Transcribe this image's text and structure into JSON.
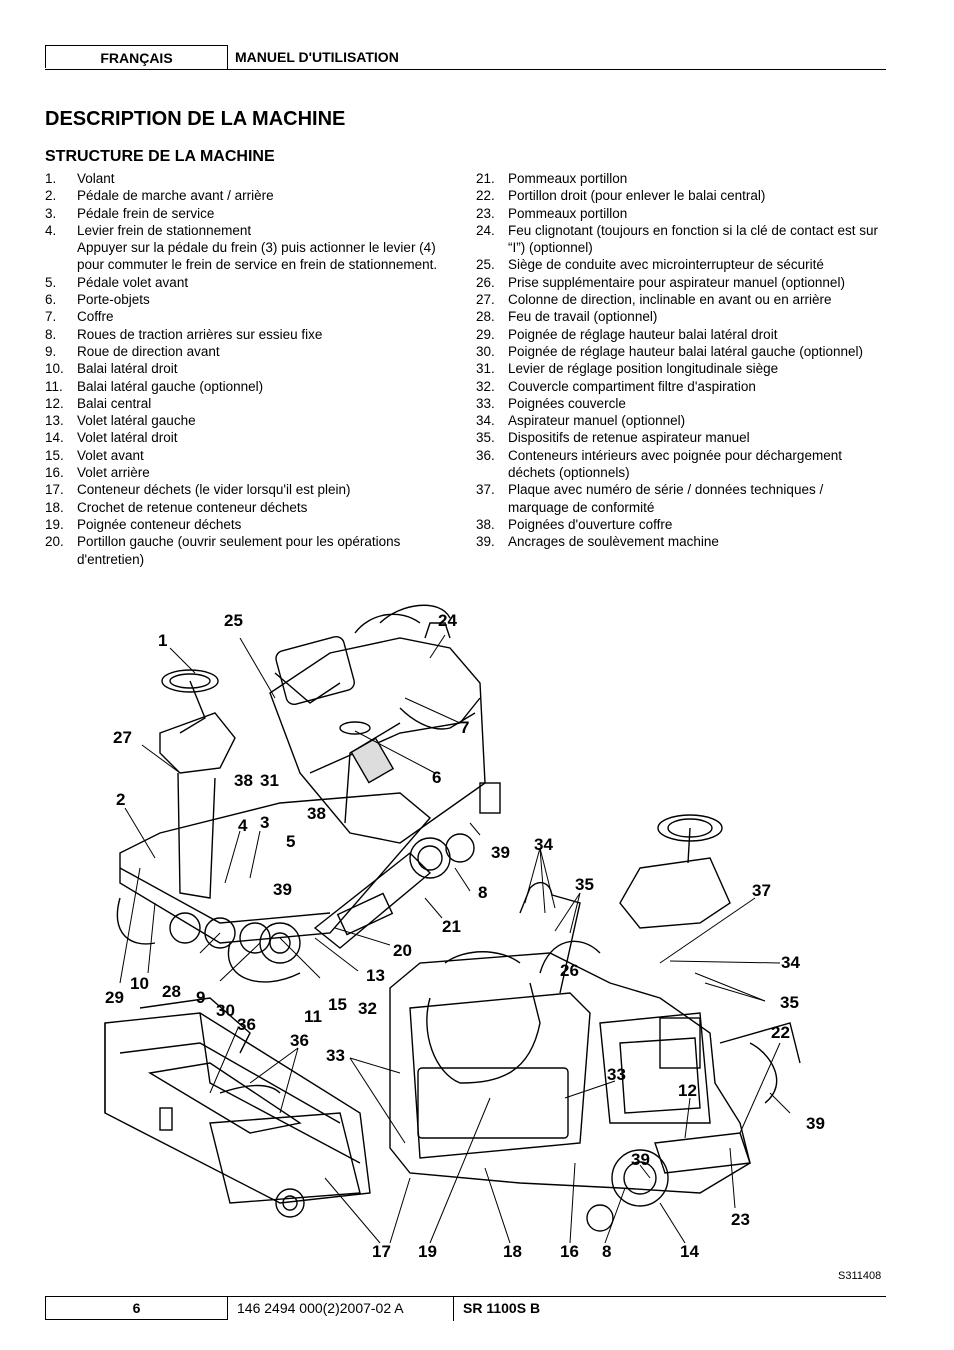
{
  "header": {
    "language": "FRANÇAIS",
    "manual": "MANUEL D'UTILISATION"
  },
  "title": "DESCRIPTION DE LA MACHINE",
  "subtitle": "STRUCTURE DE LA MACHINE",
  "items_left": [
    {
      "num": "1.",
      "text": "Volant"
    },
    {
      "num": "2.",
      "text": "Pédale de marche avant / arrière"
    },
    {
      "num": "3.",
      "text": "Pédale frein de service"
    },
    {
      "num": "4.",
      "text": "Levier frein de stationnement"
    },
    {
      "num": "",
      "text": "Appuyer sur la pédale du frein (3) puis actionner le levier (4) pour commuter le frein de service en frein de stationnement."
    },
    {
      "num": "5.",
      "text": "Pédale volet avant"
    },
    {
      "num": "6.",
      "text": "Porte-objets"
    },
    {
      "num": "7.",
      "text": "Coffre"
    },
    {
      "num": "8.",
      "text": "Roues de traction arrières sur essieu fixe"
    },
    {
      "num": "9.",
      "text": "Roue de direction avant"
    },
    {
      "num": "10.",
      "text": "Balai latéral droit"
    },
    {
      "num": "11.",
      "text": "Balai latéral gauche (optionnel)"
    },
    {
      "num": "12.",
      "text": "Balai central"
    },
    {
      "num": "13.",
      "text": "Volet latéral gauche"
    },
    {
      "num": "14.",
      "text": "Volet latéral droit"
    },
    {
      "num": "15.",
      "text": "Volet avant"
    },
    {
      "num": "16.",
      "text": "Volet arrière"
    },
    {
      "num": "17.",
      "text": "Conteneur déchets (le vider lorsqu'il est plein)"
    },
    {
      "num": "18.",
      "text": "Crochet de retenue conteneur déchets"
    },
    {
      "num": "19.",
      "text": "Poignée conteneur déchets"
    },
    {
      "num": "20.",
      "text": "Portillon gauche (ouvrir seulement pour les opérations d'entretien)"
    }
  ],
  "items_right": [
    {
      "num": "21.",
      "text": "Pommeaux portillon"
    },
    {
      "num": "22.",
      "text": "Portillon droit (pour enlever le balai central)"
    },
    {
      "num": "23.",
      "text": "Pommeaux portillon"
    },
    {
      "num": "24.",
      "text": "Feu clignotant (toujours en fonction si la clé de contact est sur “I”) (optionnel)"
    },
    {
      "num": "25.",
      "text": "Siège de conduite avec microinterrupteur de sécurité"
    },
    {
      "num": "26.",
      "text": "Prise supplémentaire pour aspirateur manuel (optionnel)"
    },
    {
      "num": "27.",
      "text": "Colonne de direction, inclinable en avant ou en arrière"
    },
    {
      "num": "28.",
      "text": "Feu de travail (optionnel)"
    },
    {
      "num": "29.",
      "text": "Poignée de réglage hauteur balai latéral droit"
    },
    {
      "num": "30.",
      "text": "Poignée de réglage hauteur balai latéral gauche (optionnel)"
    },
    {
      "num": "31.",
      "text": "Levier de réglage position longitudinale siège"
    },
    {
      "num": "32.",
      "text": "Couvercle compartiment filtre d'aspiration"
    },
    {
      "num": "33.",
      "text": "Poignées couvercle"
    },
    {
      "num": "34.",
      "text": "Aspirateur manuel (optionnel)"
    },
    {
      "num": "35.",
      "text": "Dispositifs de retenue aspirateur manuel"
    },
    {
      "num": "36.",
      "text": "Conteneurs intérieurs avec poignée pour déchargement déchets (optionnels)"
    },
    {
      "num": "37.",
      "text": "Plaque avec numéro de série / données techniques / marquage de conformité"
    },
    {
      "num": "38.",
      "text": "Poignées d'ouverture coffre"
    },
    {
      "num": "39.",
      "text": "Ancrages de soulèvement machine"
    }
  ],
  "figure": {
    "callouts": {
      "c1": "1",
      "c25": "25",
      "c24": "24",
      "c27": "27",
      "c7": "7",
      "c6": "6",
      "c38a": "38",
      "c31": "31",
      "c2": "2",
      "c4": "4",
      "c3": "3",
      "c38b": "38",
      "c5": "5",
      "c39a": "39",
      "c34a": "34",
      "c35a": "35",
      "c37": "37",
      "c8a": "8",
      "c39b": "39",
      "c21": "21",
      "c20": "20",
      "c26": "26",
      "c34b": "34",
      "c13": "13",
      "c29": "29",
      "c10": "10",
      "c28": "28",
      "c9": "9",
      "c30": "30",
      "c11": "11",
      "c15": "15",
      "c32": "32",
      "c35b": "35",
      "c36a": "36",
      "c22": "22",
      "c36b": "36",
      "c33a": "33",
      "c33b": "33",
      "c12": "12",
      "c39c": "39",
      "c39d": "39",
      "c23": "23",
      "c17": "17",
      "c19": "19",
      "c18": "18",
      "c16": "16",
      "c8b": "8",
      "c14": "14"
    },
    "reference": "S311408"
  },
  "footer": {
    "page": "6",
    "doc_number": "146 2494 000(2)2007-02 A",
    "model": "SR 1100S B"
  }
}
